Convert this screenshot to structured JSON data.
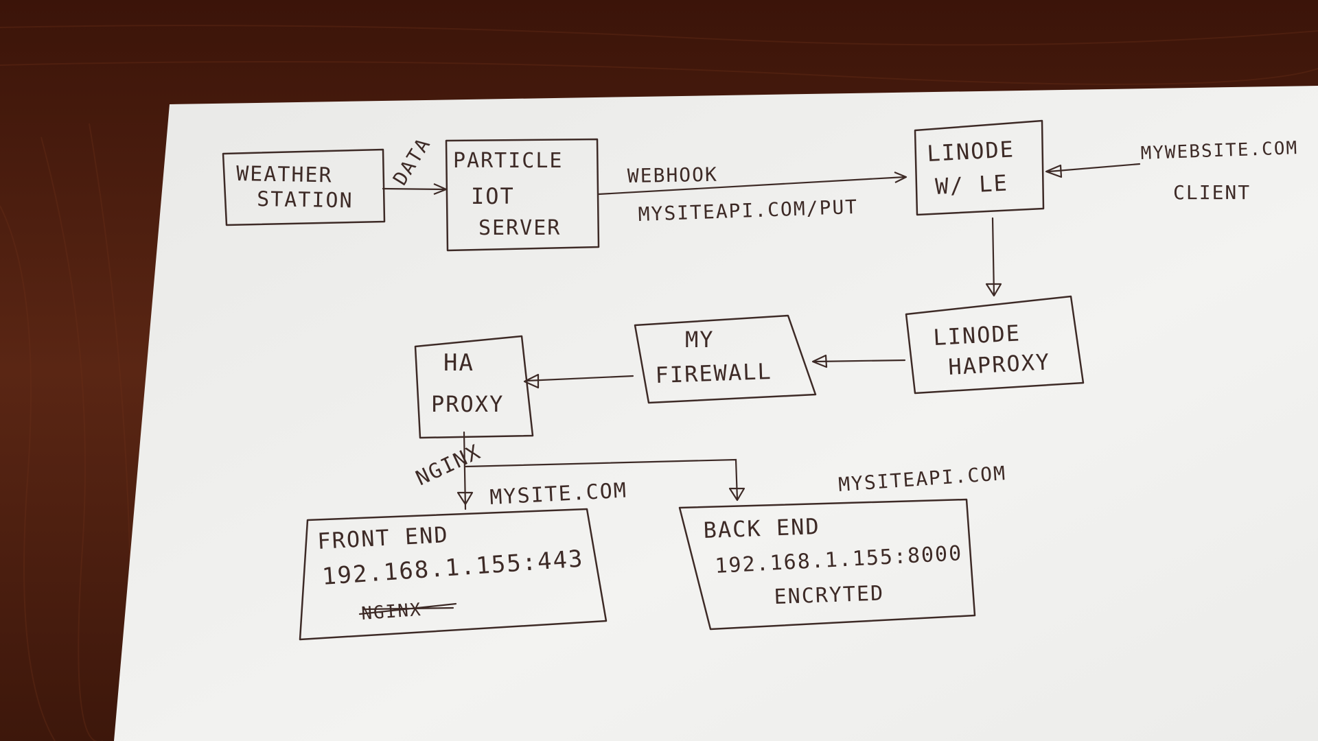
{
  "nodes": {
    "weather_station": {
      "line1": "WEATHER",
      "line2": "STATION"
    },
    "particle": {
      "line1": "PARTICLE",
      "line2": "IOT",
      "line3": "SERVER"
    },
    "linode_le": {
      "line1": "LINODE",
      "line2": "W/ LE"
    },
    "client": {
      "line1": "MYWEBSITE.COM",
      "line2": "CLIENT"
    },
    "linode_haproxy": {
      "line1": "LINODE",
      "line2": "HAPROXY"
    },
    "firewall": {
      "line1": "MY",
      "line2": "FIREWALL"
    },
    "ha_proxy": {
      "line1": "HA",
      "line2": "PROXY"
    },
    "front_end": {
      "line1": "FRONT END",
      "line2": "192.168.1.155:443",
      "line3": "NGINX"
    },
    "back_end": {
      "line1": "BACK END",
      "line2": "192.168.1.155:8000",
      "line3": "ENCRYTED"
    }
  },
  "labels": {
    "data": "DATA",
    "webhook": "WEBHOOK",
    "put_url": "MYSITEAPI.COM/PUT",
    "nginx": "NGINX",
    "mysite": "MYSITE.COM",
    "mysiteapi": "MYSITEAPI.COM"
  },
  "colors": {
    "ink": "#3d2a26",
    "paper": "#f1f1ef",
    "desk": "#4a1f12"
  }
}
